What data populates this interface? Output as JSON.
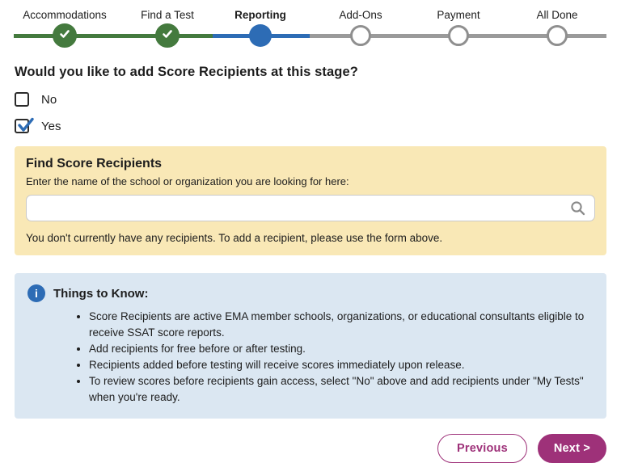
{
  "stepper": {
    "steps": [
      {
        "label": "Accommodations",
        "state": "done"
      },
      {
        "label": "Find a Test",
        "state": "done"
      },
      {
        "label": "Reporting",
        "state": "current"
      },
      {
        "label": "Add-Ons",
        "state": "todo"
      },
      {
        "label": "Payment",
        "state": "todo"
      },
      {
        "label": "All Done",
        "state": "todo"
      }
    ]
  },
  "question": "Would you like to add Score Recipients at this stage?",
  "options": [
    {
      "label": "No",
      "checked": false
    },
    {
      "label": "Yes",
      "checked": true
    }
  ],
  "find_panel": {
    "title": "Find Score Recipients",
    "instruction": "Enter the name of the school or organization you are looking for here:",
    "search_value": "",
    "empty_message": "You don't currently have any recipients. To add a recipient, please use the form above."
  },
  "info_panel": {
    "title": "Things to Know:",
    "bullets": [
      "Score Recipients are active EMA member schools, organizations, or educational consultants eligible to receive SSAT score reports.",
      "Add recipients for free before or after testing.",
      "Recipients added before testing will receive scores immediately upon release.",
      "To review scores before recipients gain access, select \"No\" above and add recipients under \"My Tests\" when you're ready."
    ]
  },
  "footer": {
    "previous_label": "Previous",
    "next_label": "Next >"
  },
  "colors": {
    "step_done_green": "#447a3e",
    "step_current_blue": "#2d6cb5",
    "step_todo_gray": "#9a9a9a",
    "find_panel_bg": "#f9e8b6",
    "info_panel_bg": "#dbe7f2",
    "accent_magenta": "#9e3179",
    "check_blue": "#2d6cb5"
  }
}
